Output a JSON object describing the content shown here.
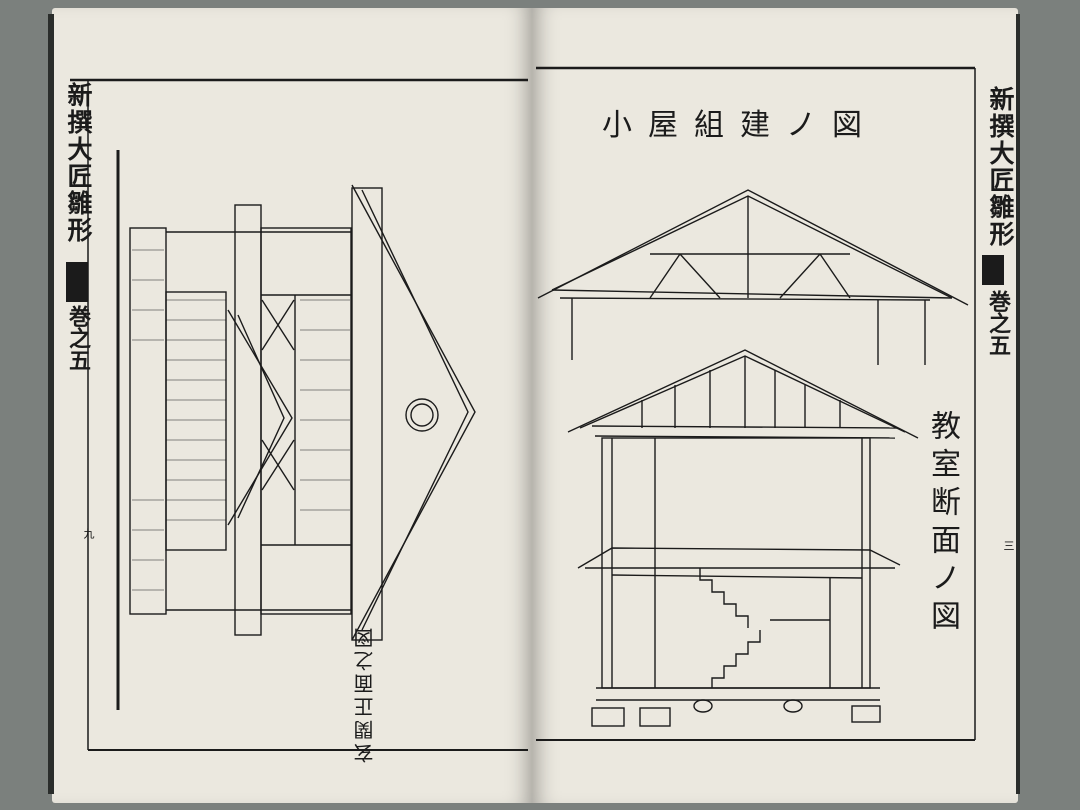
{
  "book": {
    "left_margin_title": "新撰大匠雛形",
    "left_margin_volume": "巻之五",
    "left_folio": "九",
    "right_margin_title": "新撰大匠雛形",
    "right_margin_volume": "巻之五",
    "right_folio": "三"
  },
  "left_page": {
    "caption": "玄関正面之図"
  },
  "right_page": {
    "title": "小屋組建ノ図",
    "caption": "教室断面ノ図"
  },
  "colors": {
    "paper": "#ebe8df",
    "ink": "#1b1b1b",
    "background": "#7b807d"
  }
}
